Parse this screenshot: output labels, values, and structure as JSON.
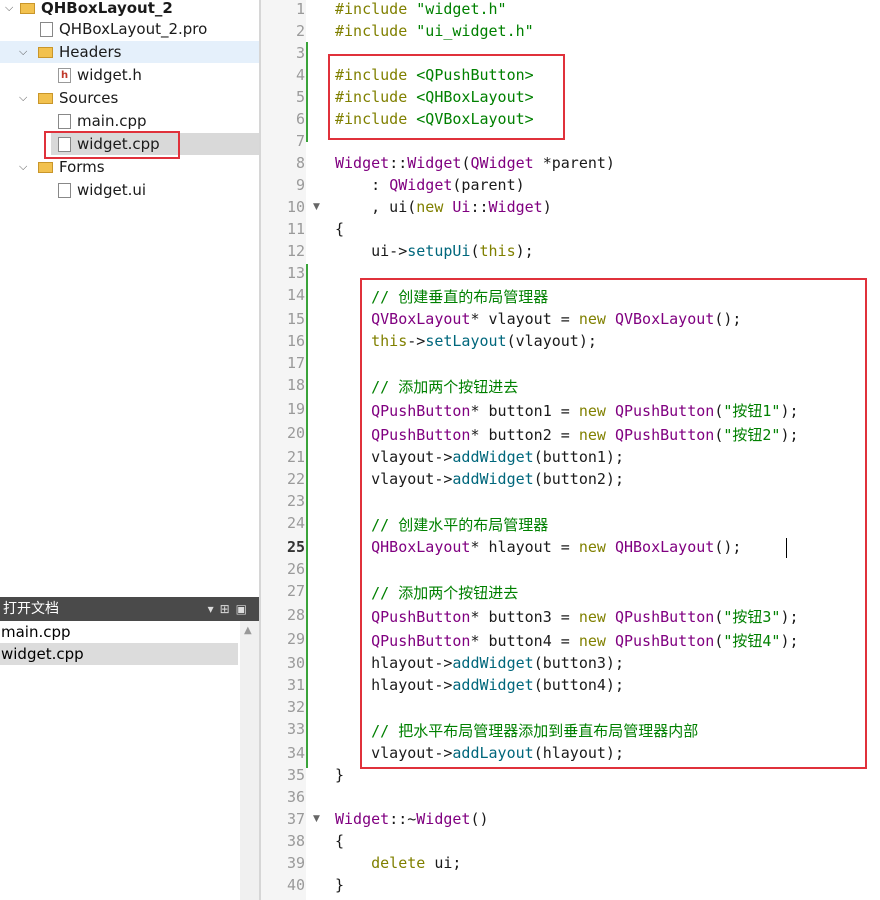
{
  "project": {
    "name": "QHBoxLayout_2",
    "items": [
      {
        "label": "QHBoxLayout_2.pro",
        "icon": "pro-file-icon"
      },
      {
        "label": "Headers",
        "icon": "folder-icon"
      },
      {
        "label": "widget.h",
        "icon": "header-file-icon"
      },
      {
        "label": "Sources",
        "icon": "folder-icon"
      },
      {
        "label": "main.cpp",
        "icon": "cpp-file-icon"
      },
      {
        "label": "widget.cpp",
        "icon": "cpp-file-icon"
      },
      {
        "label": "Forms",
        "icon": "folder-icon"
      },
      {
        "label": "widget.ui",
        "icon": "ui-file-icon"
      }
    ]
  },
  "open_docs": {
    "title": "打开文档",
    "items": [
      "main.cpp",
      "widget.cpp"
    ],
    "selected": "widget.cpp"
  },
  "editor": {
    "current_line": 25,
    "lines": [
      "#include \"widget.h\"",
      "#include \"ui_widget.h\"",
      "",
      "#include <QPushButton>",
      "#include <QHBoxLayout>",
      "#include <QVBoxLayout>",
      "",
      "Widget::Widget(QWidget *parent)",
      "    : QWidget(parent)",
      "    , ui(new Ui::Widget)",
      "{",
      "    ui->setupUi(this);",
      "",
      "    // 创建垂直的布局管理器",
      "    QVBoxLayout* vlayout = new QVBoxLayout();",
      "    this->setLayout(vlayout);",
      "",
      "    // 添加两个按钮进去",
      "    QPushButton* button1 = new QPushButton(\"按钮1\");",
      "    QPushButton* button2 = new QPushButton(\"按钮2\");",
      "    vlayout->addWidget(button1);",
      "    vlayout->addWidget(button2);",
      "",
      "    // 创建水平的布局管理器",
      "    QHBoxLayout* hlayout = new QHBoxLayout();",
      "",
      "    // 添加两个按钮进去",
      "    QPushButton* button3 = new QPushButton(\"按钮3\");",
      "    QPushButton* button4 = new QPushButton(\"按钮4\");",
      "    hlayout->addWidget(button3);",
      "    hlayout->addWidget(button4);",
      "",
      "    // 把水平布局管理器添加到垂直布局管理器内部",
      "    vlayout->addLayout(hlayout);",
      "}",
      "",
      "Widget::~Widget()",
      "{",
      "    delete ui;",
      "}"
    ]
  },
  "colors": {
    "keyword": "#808000",
    "string": "#008000",
    "type": "#800080",
    "function": "#00677c",
    "comment": "#008000",
    "annotation_box": "#e0313b",
    "change_bar": "#3aa33a"
  }
}
